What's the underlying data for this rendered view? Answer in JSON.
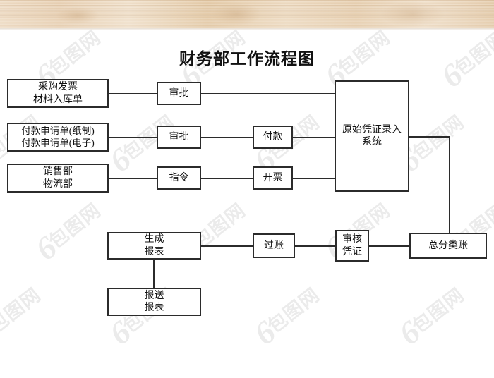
{
  "document": {
    "title": "财务部工作流程图",
    "background_color": "#ffffff",
    "line_color": "#2b2b2b",
    "wood_band_color": "#ead4b9"
  },
  "watermark": {
    "mark_six": "6",
    "mark_text": "包图网",
    "opacity": "0.075"
  },
  "flowchart": {
    "nodes": [
      {
        "id": "purchase-invoice",
        "lines": [
          "采购发票",
          "材料入库单"
        ]
      },
      {
        "id": "payment-request",
        "lines": [
          "付款申请单(纸制)",
          "付款申请单(电子)"
        ]
      },
      {
        "id": "sales-logistics",
        "lines": [
          "销售部",
          "物流部"
        ]
      },
      {
        "id": "approval-1",
        "lines": [
          "审批"
        ]
      },
      {
        "id": "approval-2",
        "lines": [
          "审批"
        ]
      },
      {
        "id": "instruction",
        "lines": [
          "指令"
        ]
      },
      {
        "id": "payment",
        "lines": [
          "付款"
        ]
      },
      {
        "id": "invoicing",
        "lines": [
          "开票"
        ]
      },
      {
        "id": "voucher-entry",
        "lines": [
          "原始凭证录入",
          "系统"
        ]
      },
      {
        "id": "general-ledger",
        "lines": [
          "总分类账"
        ]
      },
      {
        "id": "audit-voucher",
        "lines": [
          "审核",
          "凭证"
        ]
      },
      {
        "id": "posting",
        "lines": [
          "过账"
        ]
      },
      {
        "id": "generate-report",
        "lines": [
          "生成",
          "报表"
        ]
      },
      {
        "id": "submit-report",
        "lines": [
          "报送",
          "报表"
        ]
      }
    ]
  }
}
